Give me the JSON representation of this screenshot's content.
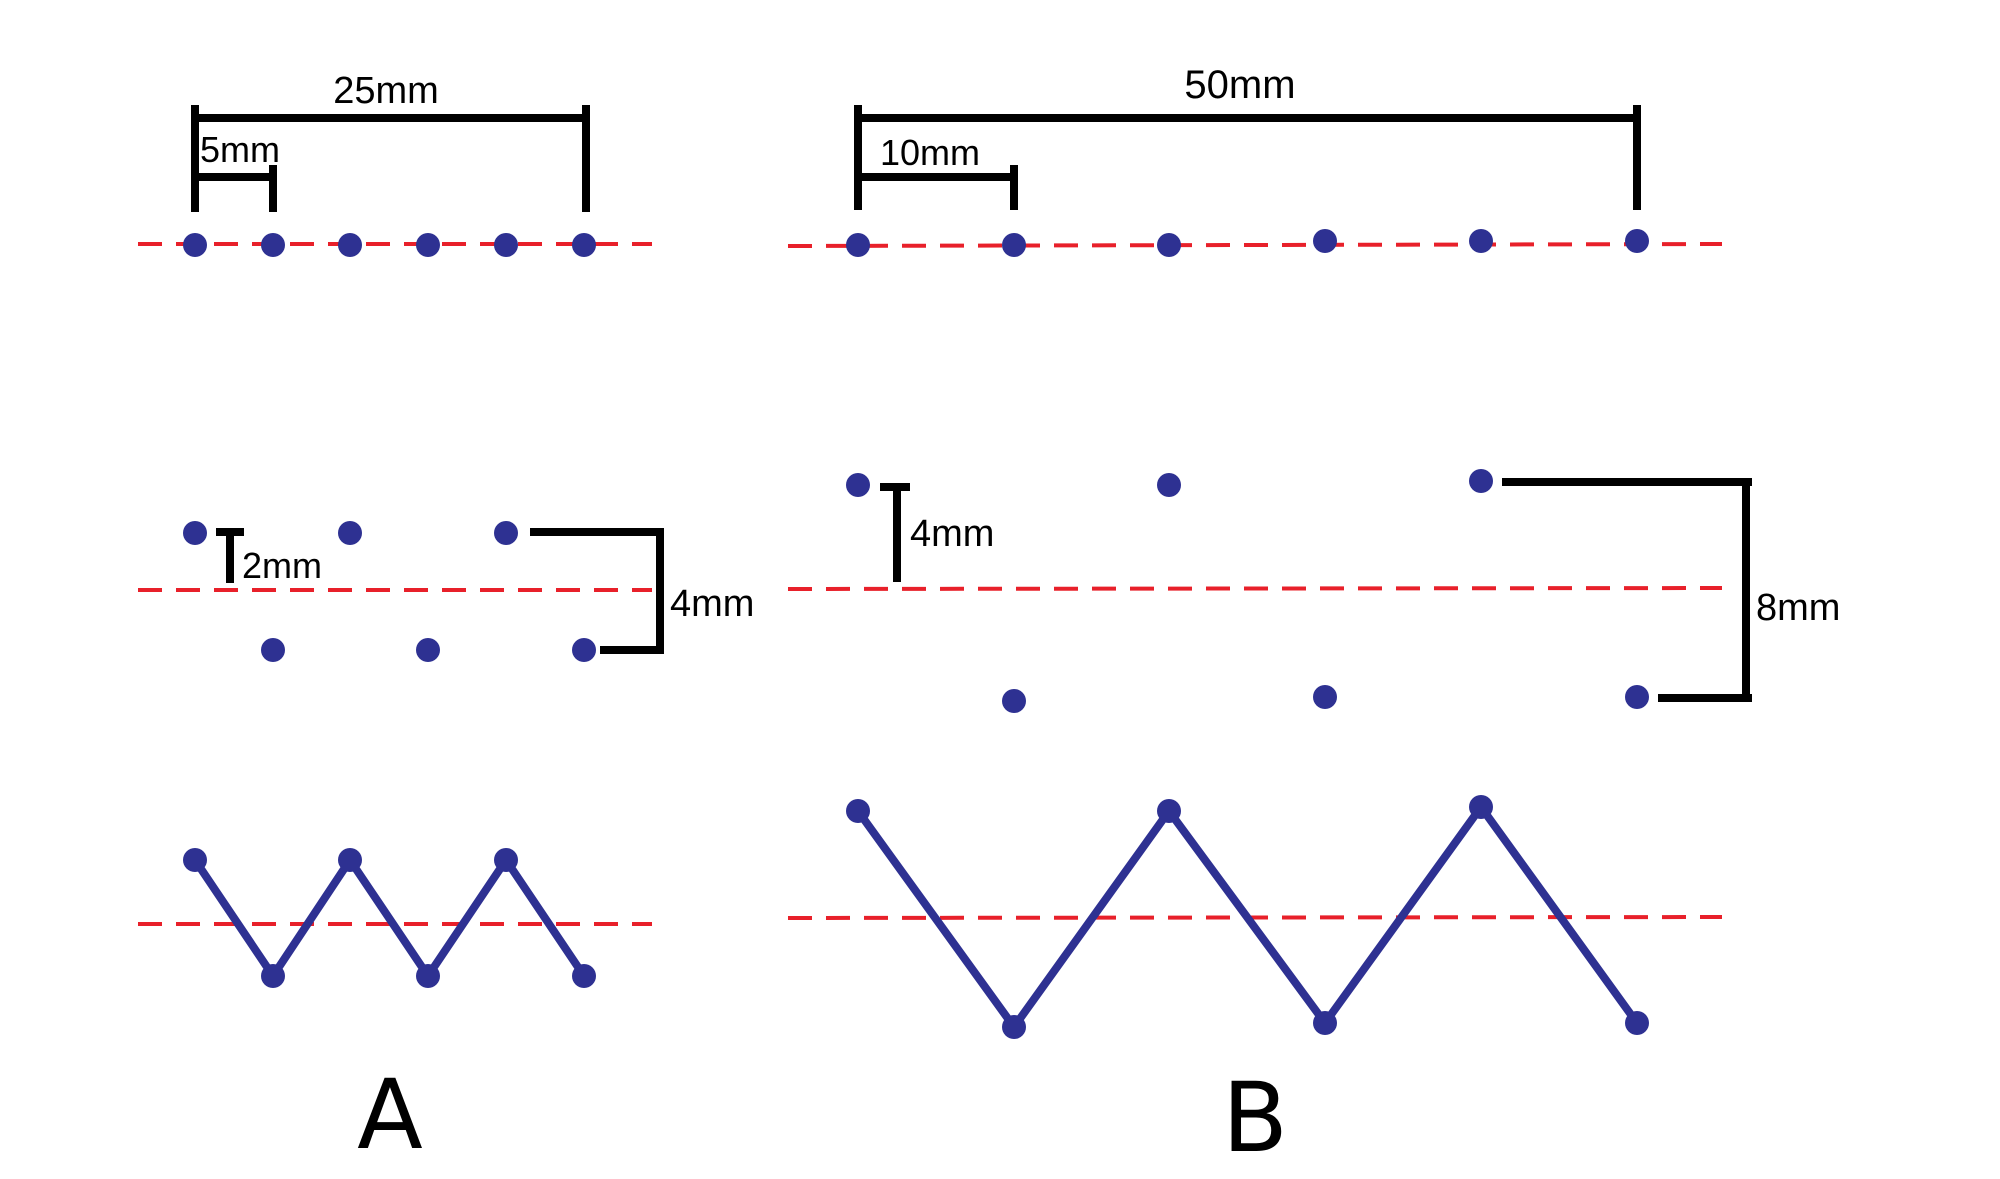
{
  "panels": {
    "a": {
      "label": "A",
      "spacing_label": "5mm",
      "span_label": "25mm",
      "offset_label": "2mm",
      "width_label": "4mm"
    },
    "b": {
      "label": "B",
      "spacing_label": "10mm",
      "span_label": "50mm",
      "offset_label": "4mm",
      "width_label": "8mm"
    }
  },
  "colors": {
    "centerline": "#e8202a",
    "stitch_points": "#2e3192",
    "dimension_lines": "#000000"
  }
}
